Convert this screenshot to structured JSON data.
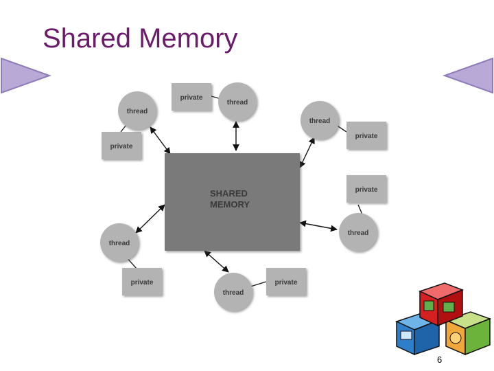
{
  "slide": {
    "title": "Shared Memory",
    "page_number": "6"
  },
  "diagram": {
    "center_label_line1": "SHARED",
    "center_label_line2": "MEMORY",
    "thread_label": "thread",
    "private_label": "private"
  },
  "colors": {
    "title": "#6a1b6a",
    "nav_arrow": "#b8a9d6",
    "shared_box": "#7a7a7a",
    "node": "#b3b3b3"
  },
  "icons": {
    "prev": "prev-slide-icon",
    "next": "next-slide-icon",
    "logo": "stacked-blocks-logo-icon"
  }
}
